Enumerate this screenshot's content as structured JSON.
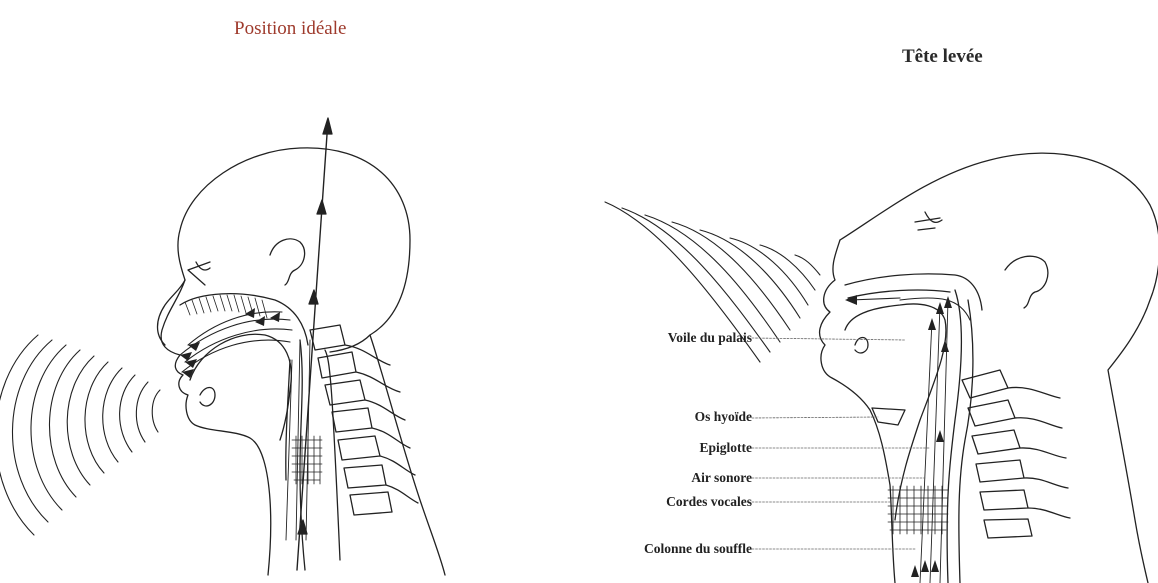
{
  "left_panel": {
    "title": "Position idéale"
  },
  "right_panel": {
    "title": "Tête levée",
    "labels": [
      {
        "id": "voile",
        "text": "Voile du palais"
      },
      {
        "id": "hyoide",
        "text": "Os hyoïde"
      },
      {
        "id": "epiglotte",
        "text": "Epiglotte"
      },
      {
        "id": "air",
        "text": "Air sonore"
      },
      {
        "id": "cordes",
        "text": "Cordes vocales"
      },
      {
        "id": "colonne",
        "text": "Colonne du souffle"
      }
    ]
  },
  "colors": {
    "left_title": "#9e3a2c",
    "right_title": "#2a2a2a",
    "ink": "#222222"
  }
}
